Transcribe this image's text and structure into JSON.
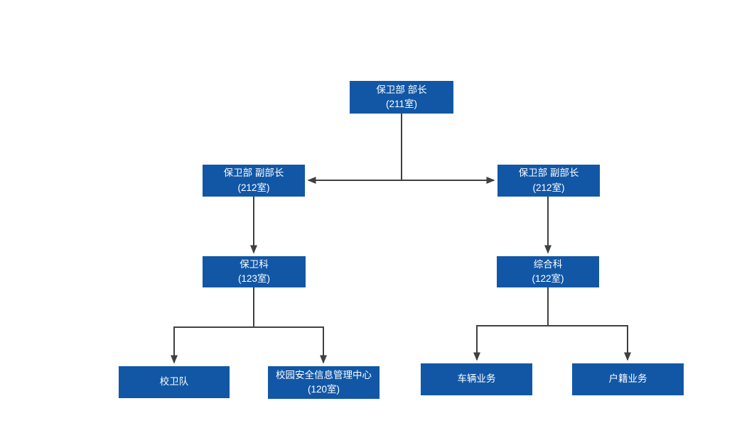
{
  "diagram": {
    "type": "org-chart",
    "colors": {
      "node_fill": "#1157a6",
      "node_text": "#ffffff",
      "connector": "#404040",
      "background": "#ffffff"
    },
    "nodes": [
      {
        "id": "director",
        "title": "保卫部 部长",
        "subtitle": "(211室)"
      },
      {
        "id": "deputy-left",
        "title": "保卫部 副部长",
        "subtitle": "(212室)"
      },
      {
        "id": "deputy-right",
        "title": "保卫部 副部长",
        "subtitle": "(212室)"
      },
      {
        "id": "security",
        "title": "保卫科",
        "subtitle": "(123室)"
      },
      {
        "id": "general",
        "title": "综合科",
        "subtitle": "(122室)"
      },
      {
        "id": "campus-guard",
        "title": "校卫队",
        "subtitle": ""
      },
      {
        "id": "info-center",
        "title": "校园安全信息管理中心",
        "subtitle": "(120室)"
      },
      {
        "id": "vehicle",
        "title": "车辆业务",
        "subtitle": ""
      },
      {
        "id": "household",
        "title": "户籍业务",
        "subtitle": ""
      }
    ],
    "edges": [
      {
        "from": "director",
        "to": "deputy-left",
        "arrow": "to"
      },
      {
        "from": "director",
        "to": "deputy-right",
        "arrow": "to"
      },
      {
        "from": "deputy-left",
        "to": "security",
        "arrow": "to"
      },
      {
        "from": "deputy-right",
        "to": "general",
        "arrow": "to"
      },
      {
        "from": "security",
        "to": "campus-guard",
        "arrow": "to"
      },
      {
        "from": "security",
        "to": "info-center",
        "arrow": "to"
      },
      {
        "from": "general",
        "to": "vehicle",
        "arrow": "to"
      },
      {
        "from": "general",
        "to": "household",
        "arrow": "to"
      }
    ]
  }
}
